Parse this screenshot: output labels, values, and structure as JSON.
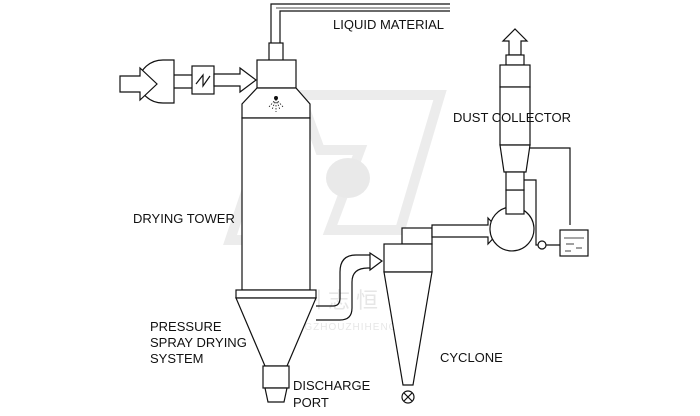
{
  "labels": {
    "liquid_material": "LIQUID MATERIAL",
    "dust_collector": "DUST COLLECTOR",
    "drying_tower": "DRYING TOWER",
    "system_line1": "PRESSURE",
    "system_line2": "SPRAY DRYING",
    "system_line3": "SYSTEM",
    "cyclone": "CYCLONE",
    "discharge_line1": "DISCHARGE",
    "discharge_line2": "PORT"
  },
  "watermark": {
    "text_cn": "常州志恒",
    "text_pinyin": "CHANGZHOUZHIHENG",
    "color": "#cfcfcf"
  },
  "colors": {
    "line": "#111111",
    "background": "#ffffff"
  }
}
